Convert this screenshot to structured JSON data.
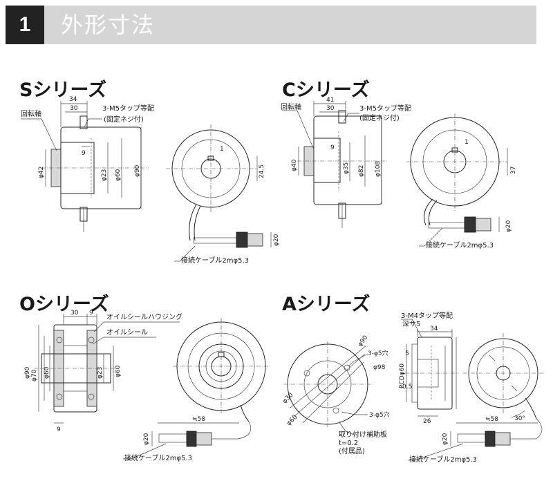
{
  "header": {
    "number": "1",
    "title": "外形寸法"
  },
  "series": {
    "s": {
      "title": "Sシリーズ",
      "labels": {
        "shaft": "回転軸",
        "tap": "3-M5タップ等配",
        "tap_note": "(固定ネジ付)",
        "cable": "接続ケーブル2mφ5.3"
      },
      "dims": [
        "34",
        "30",
        "9",
        "φ42",
        "φ23",
        "φ60",
        "φ90",
        "24.5",
        "1",
        "φ20"
      ]
    },
    "c": {
      "title": "Cシリーズ",
      "labels": {
        "shaft": "回転軸",
        "tap": "3-M5タップ等配",
        "tap_note": "(固定ネジ付)",
        "cable": "接続ケーブル2mφ5.3"
      },
      "dims": [
        "41",
        "30",
        "9",
        "φ40",
        "φ35",
        "φ82",
        "φ108",
        "37",
        "1",
        "φ20"
      ]
    },
    "o": {
      "title": "Oシリーズ",
      "labels": {
        "housing": "オイルシールハウジング",
        "oil_seal": "オイルシール",
        "cable": "接続ケーブル2mφ5.3"
      },
      "dims": [
        "30",
        "9",
        "φ90",
        "φ70",
        "φ60",
        "φ23",
        "φ60",
        "9",
        "≒58",
        "φ20"
      ]
    },
    "a": {
      "title": "Aシリーズ",
      "labels": {
        "tap": "3-M4タップ等配",
        "depth": "深サ5",
        "plate": "取り付け補助板",
        "plate_t": "t=0.2",
        "plate_note": "(付属品)",
        "cable": "接続ケーブル2mφ5.3"
      },
      "dims": [
        "34",
        "φ90",
        "3-φ5穴",
        "φ98",
        "PCDφ60",
        "φ30",
        "φ60",
        "3-φ5穴",
        "26",
        "30°",
        "≒58",
        "φ20",
        "5",
        "0.5"
      ]
    }
  }
}
